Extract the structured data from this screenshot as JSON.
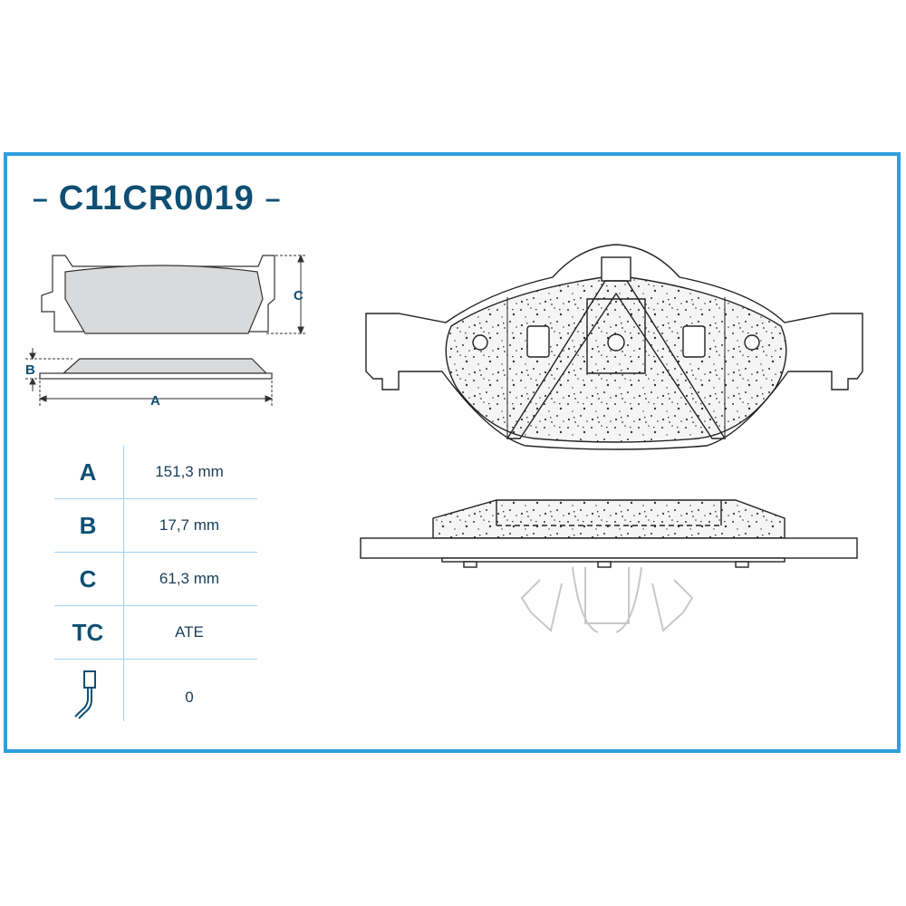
{
  "product_code": "C11CR0019",
  "dimension_labels": {
    "a": "A",
    "b": "B",
    "c": "C"
  },
  "specs": [
    {
      "key": "A",
      "value": "151,3 mm"
    },
    {
      "key": "B",
      "value": "17,7 mm"
    },
    {
      "key": "C",
      "value": "61,3 mm"
    },
    {
      "key": "TC",
      "value": "ATE"
    },
    {
      "key": "",
      "icon": "wear-sensor-icon",
      "value": "0"
    }
  ],
  "colors": {
    "border": "#2e9ee0",
    "text": "#0f4f73",
    "pad_fill": "#d9dadb"
  }
}
